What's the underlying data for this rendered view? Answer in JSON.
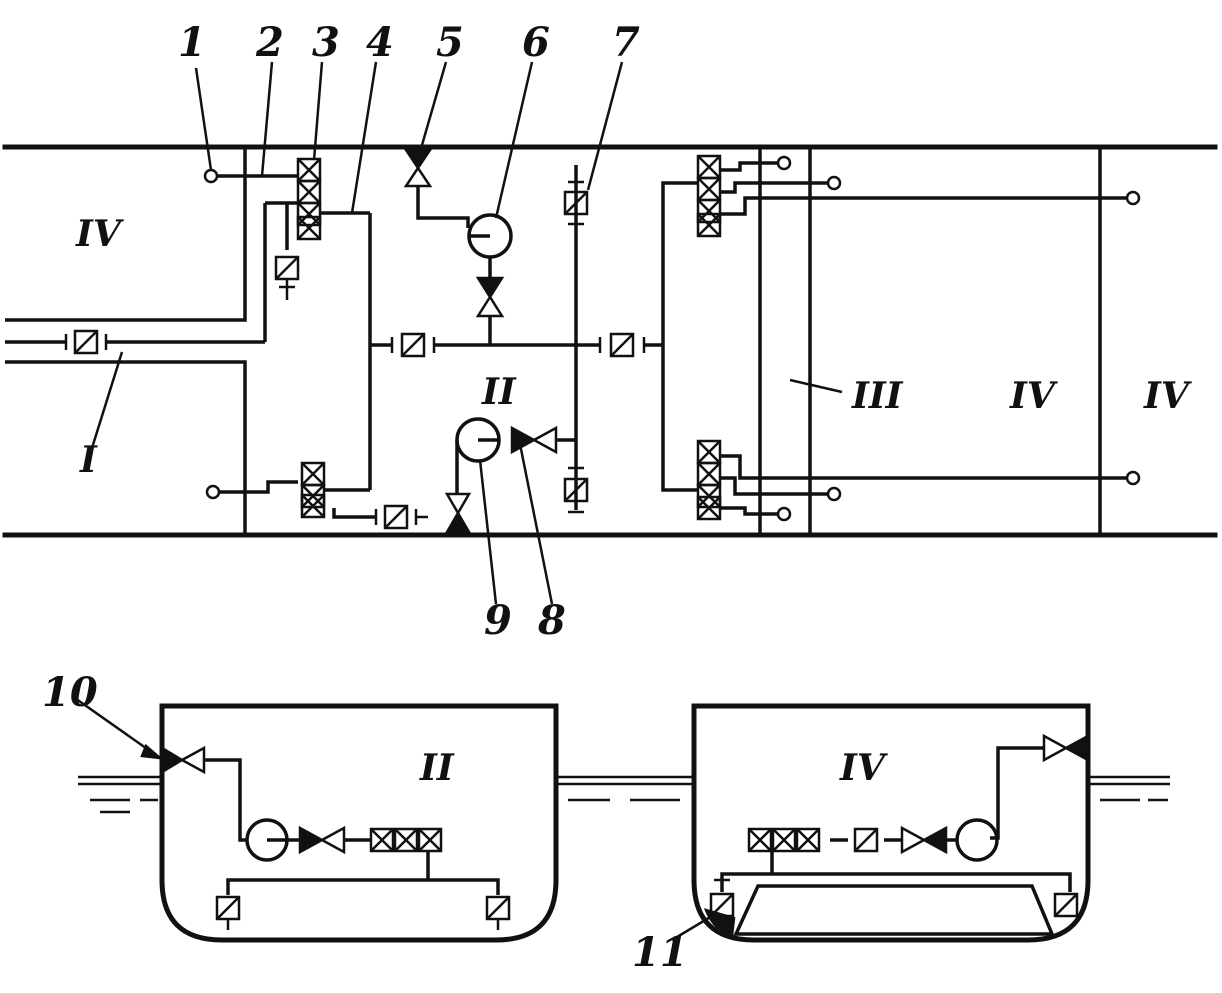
{
  "diagram": {
    "callouts": [
      "1",
      "2",
      "3",
      "4",
      "5",
      "6",
      "7",
      "8",
      "9",
      "10",
      "11"
    ],
    "compartments": {
      "left_top": "IV",
      "inlet": "I",
      "pump_room": "II",
      "middle": "III",
      "right_a": "IV",
      "right_b": "IV",
      "section_left": "II",
      "section_right": "IV"
    }
  }
}
